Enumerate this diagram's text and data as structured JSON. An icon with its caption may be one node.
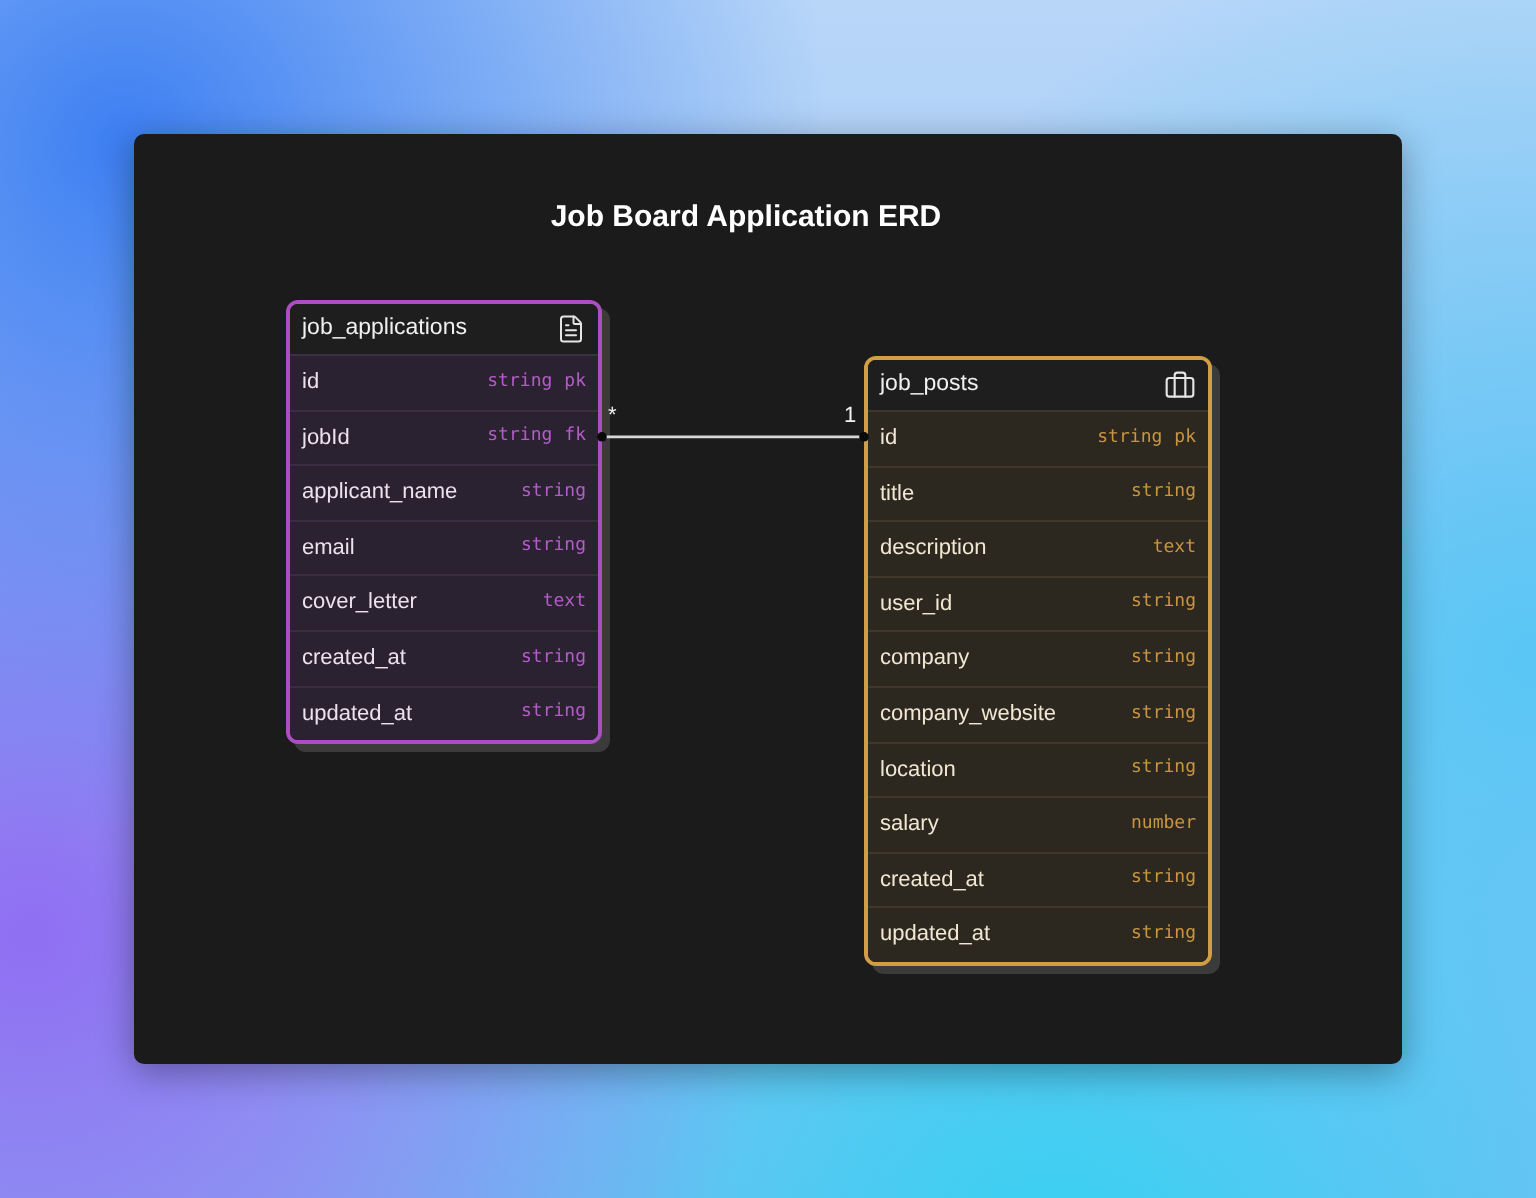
{
  "diagram": {
    "title": "Job Board Application ERD",
    "nodes": [
      {
        "text": [
          "job_applications"
        ]
      },
      {
        "text": [
          "id",
          "string",
          "pk"
        ],
        "in": 0
      },
      {
        "text": [
          "jobId",
          "string",
          "fk"
        ],
        "in": 0
      },
      {
        "text": [
          "applicant_name",
          "string"
        ],
        "in": 0
      },
      {
        "text": [
          "email",
          "string"
        ],
        "in": 0
      },
      {
        "text": [
          "cover_letter",
          "text"
        ],
        "in": 0
      },
      {
        "text": [
          "created_at",
          "string"
        ],
        "in": 0
      },
      {
        "text": [
          "updated_at",
          "string"
        ],
        "in": 0
      },
      {
        "text": [
          "job_posts"
        ]
      },
      {
        "text": [
          "id",
          "string",
          "pk"
        ],
        "in": 8
      },
      {
        "text": [
          "title",
          "string"
        ],
        "in": 8
      },
      {
        "text": [
          "description",
          "text"
        ],
        "in": 8
      },
      {
        "text": [
          "user_id",
          "string"
        ],
        "in": 8
      },
      {
        "text": [
          "company",
          "string"
        ],
        "in": 8
      },
      {
        "text": [
          "company_website",
          "string"
        ],
        "in": 8
      },
      {
        "text": [
          "location",
          "string"
        ],
        "in": 8
      },
      {
        "text": [
          "salary",
          "number"
        ],
        "in": 8
      },
      {
        "text": [
          "created_at",
          "string"
        ],
        "in": 8
      },
      {
        "text": [
          "updated_at",
          "string"
        ],
        "in": 8
      }
    ],
    "edges": [
      {
        "from": 2,
        "to": 9,
        "arrow": "other"
      }
    ],
    "labels": [
      "*",
      "1"
    ]
  }
}
